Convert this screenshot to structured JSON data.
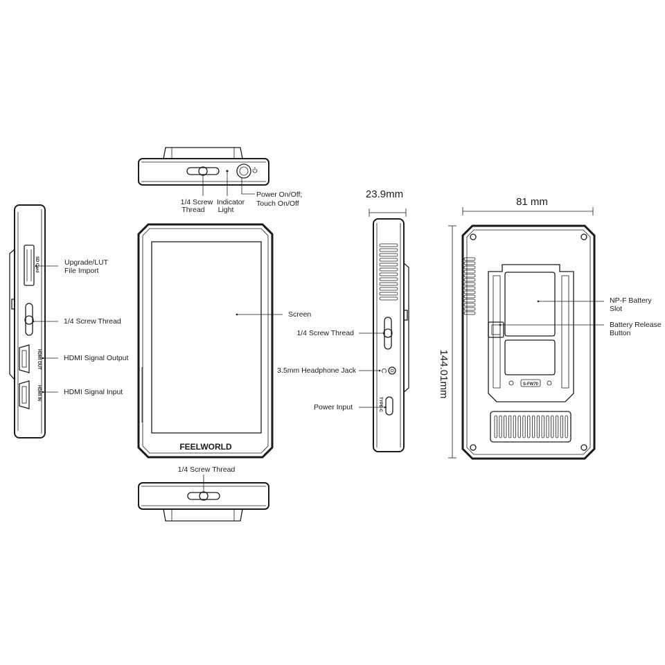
{
  "dimensions": {
    "depth": "23.9mm",
    "width": "81 mm",
    "height": "144.01mm"
  },
  "brand_logo": "FEELWORLD",
  "port_labels": {
    "sd_card": "SD Card",
    "hdmi_out": "HDMI OUT",
    "hdmi_in": "HDMI IN",
    "type_c": "TYPE-C",
    "battery_model": "S-FW70"
  },
  "top_view": {
    "screw_thread_line1": "1/4 Screw",
    "screw_thread_line2": "Thread",
    "indicator_line1": "Indicator",
    "indicator_line2": "Light",
    "power_line1": "Power On/Off;",
    "power_line2": "Touch On/Off"
  },
  "left_side": {
    "upgrade_line1": "Upgrade/LUT",
    "upgrade_line2": "File Import",
    "screw_thread": "1/4 Screw Thread",
    "hdmi_output": "HDMI Signal Output",
    "hdmi_input": "HDMI Signal Input"
  },
  "front": {
    "screen": "Screen"
  },
  "bottom_view": {
    "screw_thread": "1/4 Screw Thread"
  },
  "right_side": {
    "screw_thread": "1/4 Screw Thread",
    "headphone": "3.5mm Headphone Jack",
    "power_input": "Power Input"
  },
  "back": {
    "battery_slot_line1": "NP-F Battery",
    "battery_slot_line2": "Slot",
    "release_line1": "Battery Release",
    "release_line2": "Button"
  },
  "icons": [
    "power-icon",
    "headphone-icon",
    "sd-card-slot",
    "hdmi-port",
    "usb-c-port",
    "screw-thread-icon",
    "vent-grille"
  ]
}
